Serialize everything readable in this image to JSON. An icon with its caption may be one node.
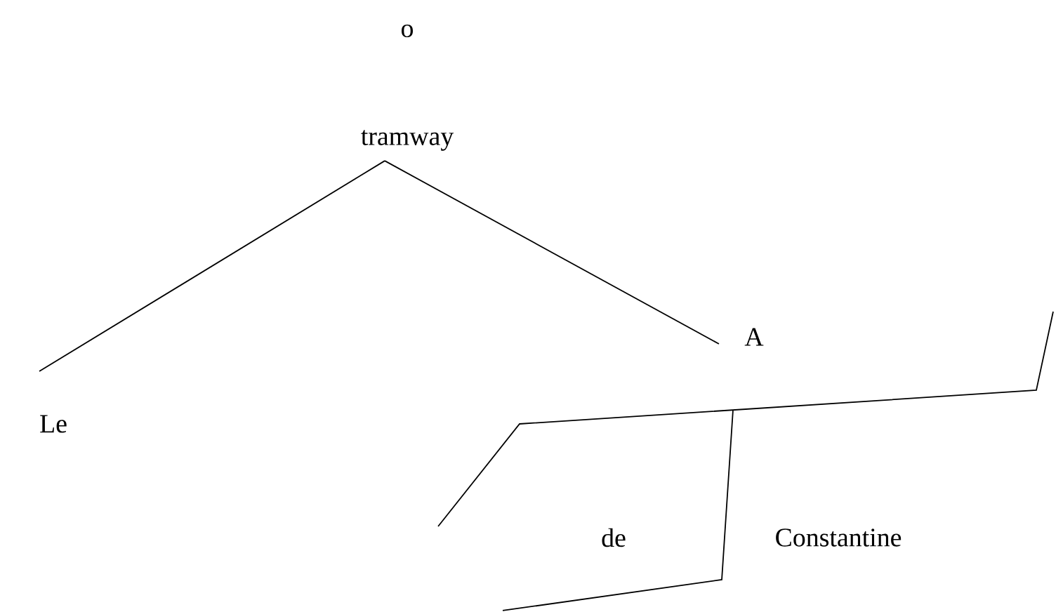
{
  "diagram": {
    "nodes": [
      {
        "text": [
          "tramway"
        ]
      },
      {
        "text": [
          "A"
        ]
      },
      {
        "text": [
          "Le"
        ]
      }
    ],
    "edges": [
      {
        "from": 0,
        "to": 2,
        "arrow": "none"
      },
      {
        "from": 0,
        "to": 1,
        "arrow": "none"
      }
    ],
    "labels": [
      "o",
      "de",
      "Constantine"
    ]
  }
}
